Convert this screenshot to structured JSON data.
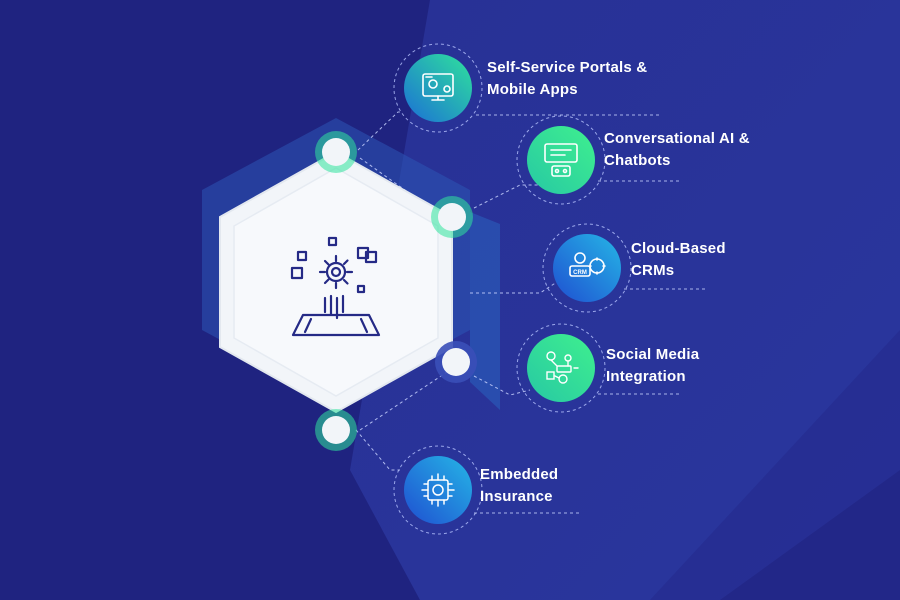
{
  "colors": {
    "background": "#1f2380",
    "background_band": "#2a3399",
    "hexagon_fill": "#f4f7fb",
    "accent_green": "#2fe39c",
    "accent_blue": "#1b8bd8",
    "icon_stroke": "#252a86",
    "dashed_line": "#c9d3ff"
  },
  "hub": {
    "icon": "digital-platform-gear-icon"
  },
  "items": [
    {
      "icon": "monitor-settings-icon",
      "lines": [
        "Self-Service Portals &",
        "Mobile Apps"
      ]
    },
    {
      "icon": "chatbot-icon",
      "lines": [
        "Conversational AI &",
        "Chatbots"
      ]
    },
    {
      "icon": "cloud-crm-icon",
      "lines": [
        "Cloud-Based",
        "CRMs"
      ]
    },
    {
      "icon": "social-network-icon",
      "lines": [
        "Social Media",
        "Integration"
      ]
    },
    {
      "icon": "chip-shield-icon",
      "lines": [
        "Embedded",
        "Insurance"
      ]
    }
  ]
}
